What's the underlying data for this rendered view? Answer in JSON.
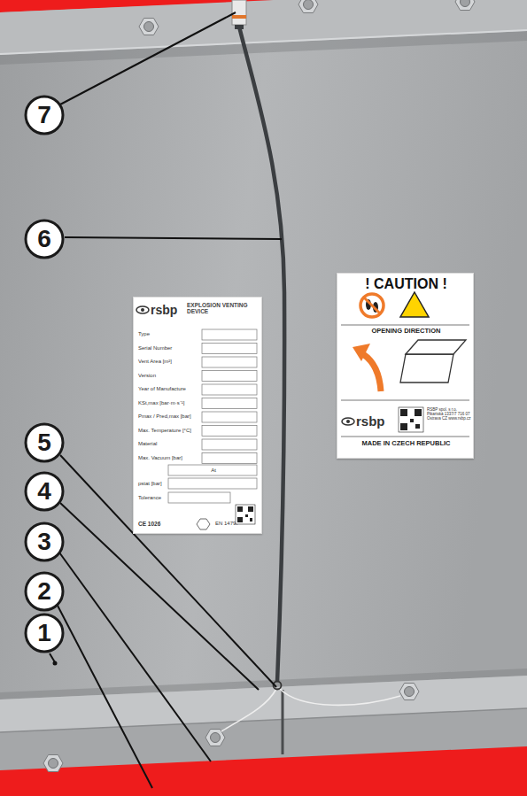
{
  "diagram": {
    "nodes": [
      {
        "text": [
          "7"
        ]
      },
      {
        "text": [
          "6"
        ]
      },
      {
        "text": [
          "rsbp",
          "EXPLOSION VENTING DEVICE",
          "Type",
          "Serial Number",
          "Vent Area [m²]",
          "Version",
          "Year of Manufacture",
          "KSt,max [bar·m·s⁻¹]",
          "Pmax / Pred,max [bar]",
          "Max. Temperature [°C]",
          "Material",
          "Max. Vacuum [bar]",
          "At",
          "pstat [bar]",
          "Tolerance",
          "CE 1026",
          "EN 14797"
        ]
      },
      {
        "text": [
          "! CAUTION !",
          "EX",
          "OPENING DIRECTION",
          "rsbp",
          "RSBP spol. s r.o. Pikartská 1337/7 716 07 Ostrava CZ www.rsbp.cz",
          "MADE IN CZECH REPUBLIC"
        ]
      },
      {
        "text": [
          "5"
        ]
      },
      {
        "text": [
          "4"
        ]
      },
      {
        "text": [
          "3"
        ]
      },
      {
        "text": [
          "2"
        ]
      },
      {
        "text": [
          "1"
        ]
      }
    ]
  }
}
